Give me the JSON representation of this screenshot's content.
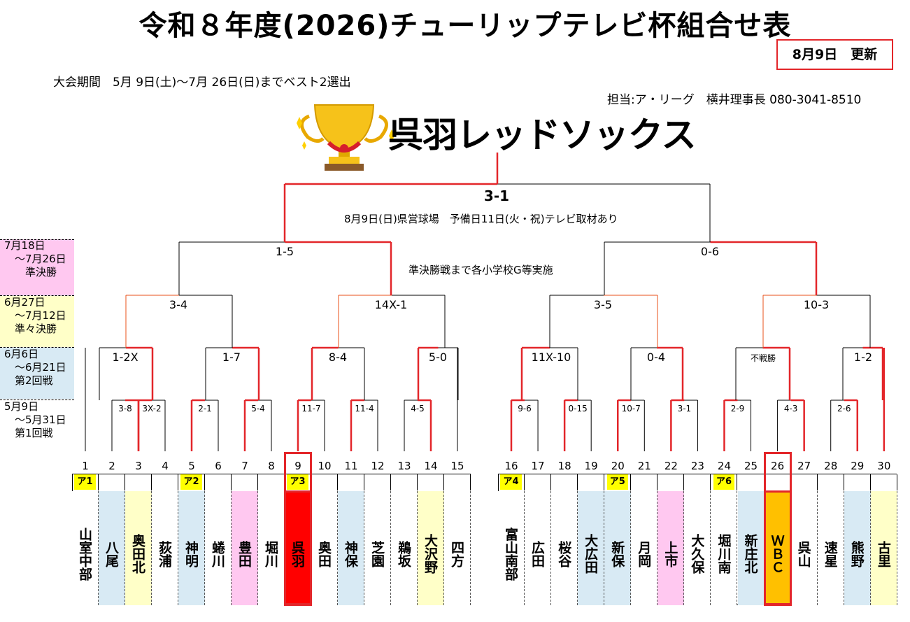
{
  "title": "令和８年度(2026)チューリップテレビ杯組合せ表",
  "updated": "8月9日　更新",
  "period": "大会期間　5月 9日(土)～7月 26日(日)までベスト2選出",
  "contact": "担当:ア・リーグ　横井理事長 080-3041-8510",
  "champion": "呉羽レッドソックス",
  "rounds": [
    {
      "line1": "7月18日",
      "line2": "　～7月26日",
      "line3": "　　準決勝"
    },
    {
      "line1": "6月27日",
      "line2": "　～7月12日",
      "line3": "　準々決勝"
    },
    {
      "line1": "6月6日",
      "line2": "　～6月21日",
      "line3": "　第2回戦"
    },
    {
      "line1": "5月9日",
      "line2": "　～5月31日",
      "line3": "　第1回戦"
    }
  ],
  "final": {
    "score": "3-1",
    "note": "8月9日(日)県営球場　予備日11日(火・祝)テレビ取材あり"
  },
  "semi_note": "準決勝戦まで各小学校G等実施",
  "semis": [
    "1-5",
    "0-6"
  ],
  "quarters": [
    "3-4",
    "14X-1",
    "3-5",
    "10-3"
  ],
  "round2": [
    "1-2X",
    "1-7",
    "8-4",
    "5-0",
    "11X-10",
    "0-4",
    "不戦勝",
    "1-2"
  ],
  "round1": [
    "3-8",
    "3X-2",
    "2-1",
    "5-4",
    "11-7",
    "11-4",
    "4-5",
    "9-6",
    "0-15",
    "10-7",
    "3-1",
    "2-9",
    "4-3",
    "2-6"
  ],
  "teams": [
    {
      "no": "1",
      "name": "山室中部",
      "seed": ""
    },
    {
      "no": "2",
      "name": "八尾",
      "seed": ""
    },
    {
      "no": "3",
      "name": "奥田北",
      "seed": ""
    },
    {
      "no": "4",
      "name": "荻浦",
      "seed": ""
    },
    {
      "no": "5",
      "name": "神明",
      "seed": "ア2"
    },
    {
      "no": "6",
      "name": "蜷川",
      "seed": ""
    },
    {
      "no": "7",
      "name": "豊田",
      "seed": ""
    },
    {
      "no": "8",
      "name": "堀川",
      "seed": ""
    },
    {
      "no": "9",
      "name": "呉羽",
      "seed": "ア3"
    },
    {
      "no": "10",
      "name": "奥田",
      "seed": ""
    },
    {
      "no": "11",
      "name": "神保",
      "seed": ""
    },
    {
      "no": "12",
      "name": "芝園",
      "seed": ""
    },
    {
      "no": "13",
      "name": "鵜坂",
      "seed": ""
    },
    {
      "no": "14",
      "name": "大沢野",
      "seed": ""
    },
    {
      "no": "15",
      "name": "四方",
      "seed": ""
    },
    {
      "no": "16",
      "name": "富山南部",
      "seed": "ア4"
    },
    {
      "no": "17",
      "name": "広田",
      "seed": ""
    },
    {
      "no": "18",
      "name": "桜谷",
      "seed": ""
    },
    {
      "no": "19",
      "name": "大広田",
      "seed": ""
    },
    {
      "no": "20",
      "name": "新保",
      "seed": "ア5"
    },
    {
      "no": "21",
      "name": "月岡",
      "seed": ""
    },
    {
      "no": "22",
      "name": "上市",
      "seed": ""
    },
    {
      "no": "23",
      "name": "大久保",
      "seed": ""
    },
    {
      "no": "24",
      "name": "堀川南",
      "seed": "ア6"
    },
    {
      "no": "25",
      "name": "新庄北",
      "seed": ""
    },
    {
      "no": "26",
      "name": "ＷＢＣ",
      "seed": ""
    },
    {
      "no": "27",
      "name": "呉山",
      "seed": ""
    },
    {
      "no": "28",
      "name": "速星",
      "seed": ""
    },
    {
      "no": "29",
      "name": "熊野",
      "seed": ""
    },
    {
      "no": "30",
      "name": "古里",
      "seed": ""
    }
  ],
  "seed1": "ア1",
  "colors": {
    "win_line": "#e3262a",
    "lose_line": "#000000",
    "pink": "#ffc8f0",
    "yellow": "#ffffc8",
    "blue": "#d8eaf4",
    "champion_fill": "#ff0000",
    "wbc_fill": "#ffc000"
  }
}
